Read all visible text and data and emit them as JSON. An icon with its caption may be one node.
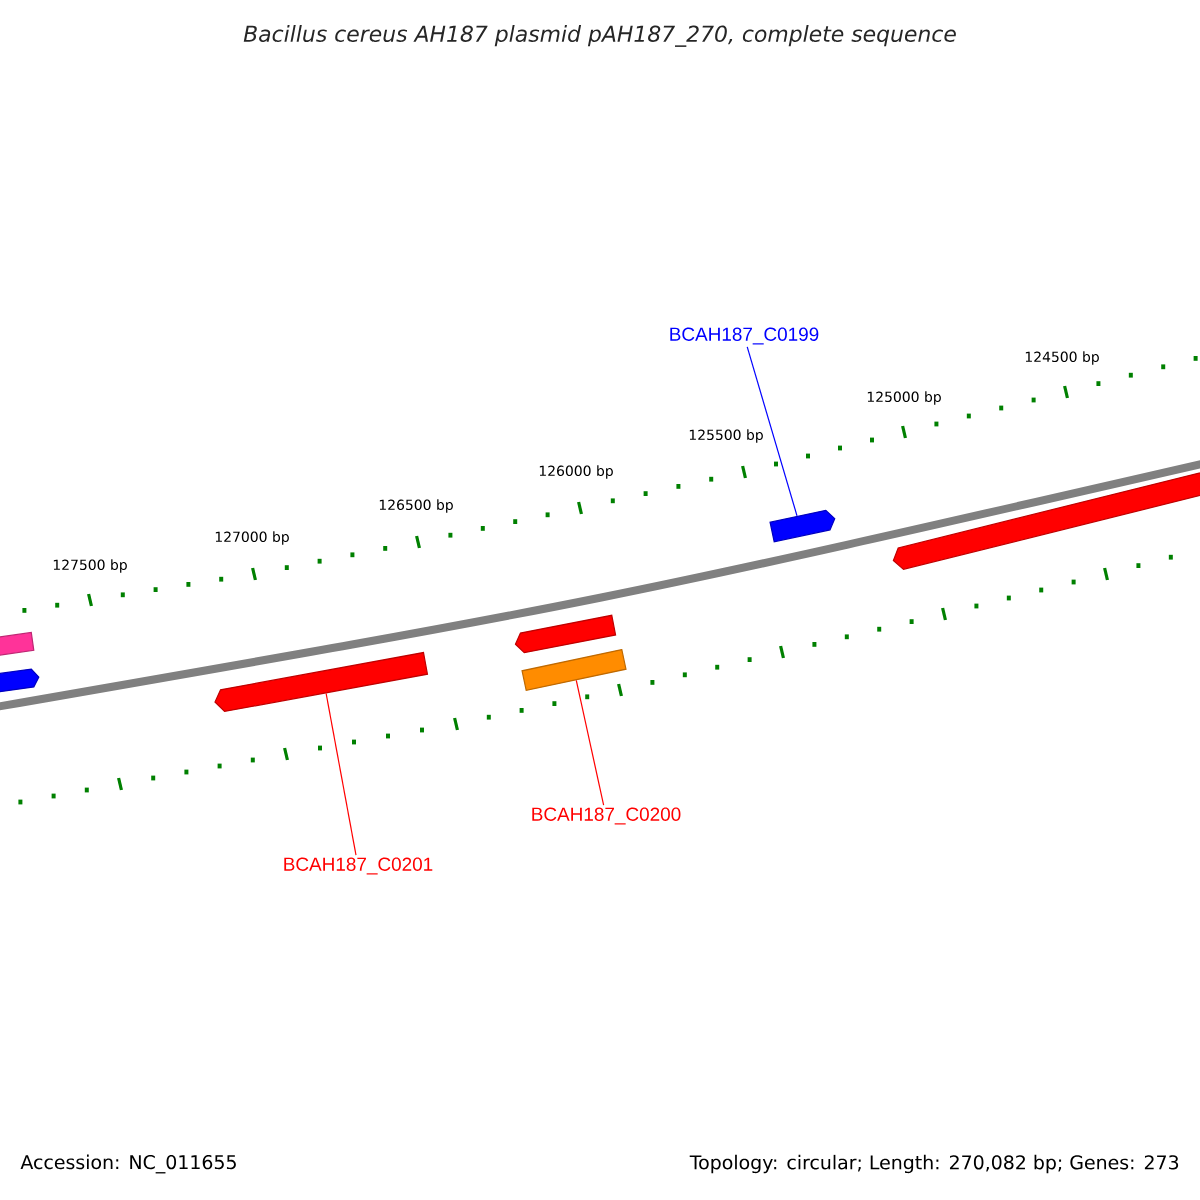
{
  "diagram": {
    "title": "Bacillus cereus AH187 plasmid pAH187_270, complete sequence",
    "nodes": [
      {
        "text": [
          "BCAH187_C0199"
        ]
      },
      {
        "text": [],
        "shape": "bar"
      },
      {
        "text": [],
        "shape": "bar"
      },
      {
        "text": [],
        "shape": "bar"
      },
      {
        "text": [],
        "shape": "bar"
      },
      {
        "text": [],
        "shape": "bar"
      },
      {
        "text": [],
        "shape": "bar"
      },
      {
        "text": [],
        "shape": "bar"
      },
      {
        "text": [
          "BCAH187_C0200"
        ]
      },
      {
        "text": [
          "BCAH187_C0201"
        ]
      }
    ],
    "edges": [
      {
        "from": 0,
        "to": 6,
        "arrow": "none",
        "color": "#0000ff"
      },
      {
        "from": 8,
        "to": 5,
        "arrow": "none"
      },
      {
        "from": 9,
        "to": 3,
        "arrow": "none"
      }
    ],
    "labels": [
      "124500 bp",
      "125000 bp",
      "125500 bp",
      "126000 bp",
      "126500 bp",
      "127000 bp",
      "127500 bp",
      "Accession: NC_011655",
      "Topology: circular; Length: 270,082 bp; Genes: 273"
    ]
  }
}
